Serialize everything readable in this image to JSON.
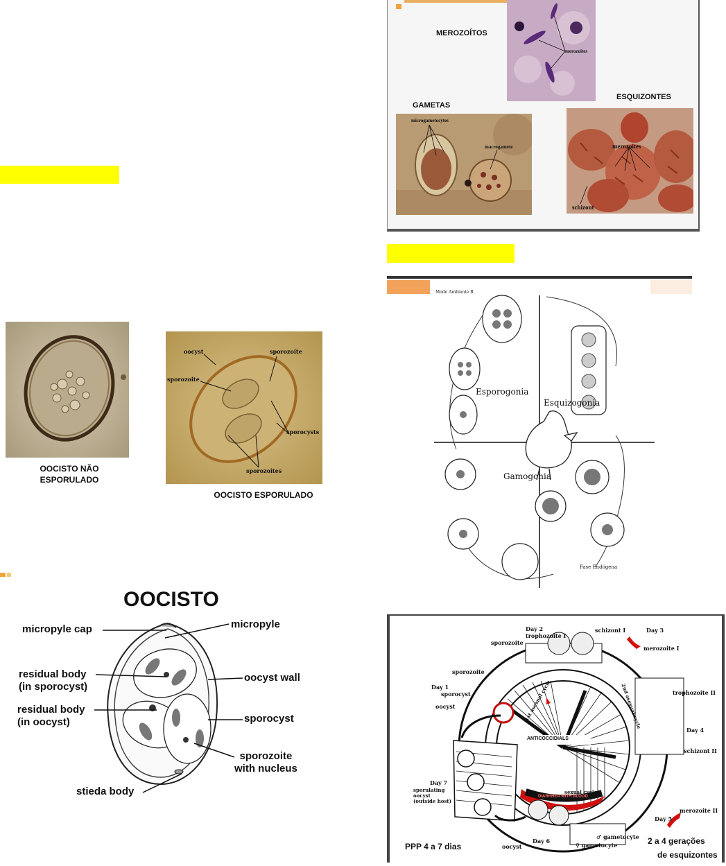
{
  "left": {
    "oocyst_photos": {
      "unsporulated_caption": "OOCISTO NÃO\nESPORULADO",
      "sporulated_caption": "OOCISTO ESPORULADO",
      "sporulated_labels": {
        "oocyst": "oocyst",
        "sporozoite_top": "sporozoite",
        "sporozoite_left": "sporozoite",
        "sporocysts": "sporocysts",
        "sporozoites": "sporozoites"
      }
    },
    "diagram": {
      "title": "OOCISTO",
      "labels": {
        "micropyle_cap": "micropyle cap",
        "micropyle": "micropyle",
        "residual_body_sporocyst_1": "residual body",
        "residual_body_sporocyst_2": "(in sporocyst)",
        "oocyst_wall": "oocyst wall",
        "residual_body_oocyst_1": "residual body",
        "residual_body_oocyst_2": "(in oocyst)",
        "sporocyst": "sporocyst",
        "sporozoite_1": "sporozoite",
        "sporozoite_2": "with nucleus",
        "stieda_body": "stieda body"
      }
    }
  },
  "right": {
    "micrographs": {
      "merozoitos": "MEROZOÍTOS",
      "merozoites_small": "merozoites",
      "gametas": "GAMETAS",
      "microgametocytes": "microgametocytes",
      "macrogamete": "macrogamete",
      "esquizontes": "ESQUIZONTES",
      "merozoites_label": "merozoites",
      "schizont": "schizont"
    },
    "lifecycle_1": {
      "header": "Modo Ambiente B",
      "esporogonia": "Esporogonia",
      "esquizogonia": "Esquizogonia",
      "gamogonia": "Gamogonia",
      "footer": "Fase Endógena"
    },
    "lifecycle_2": {
      "day1": "Day 1",
      "day2": "Day 2",
      "day3": "Day 3",
      "day4": "Day 4",
      "day5": "Day 5",
      "day6": "Day 6",
      "day7": "Day 7",
      "trophozoite1": "trophozoite I",
      "schizont1": "schizont I",
      "merozoite1": "merozoite I",
      "trophozoite2": "trophozoite II",
      "schizont2": "schizont II",
      "merozoite2": "merozoite II",
      "sporozoite_a": "sporozoite",
      "sporozoite_b": "sporozoite",
      "sporocyst": "sporocyst",
      "oocyst_a": "oocyst",
      "oocyst_b": "oocyst",
      "gametocyte_m": "♂ gametocyte",
      "gametocyte_f": "♀ gametocyte",
      "sporulating": "sporulating\noocyst\n(outside host)",
      "first_asexual": "1st asexual cycle",
      "second_asexual": "2nd asexual cycle",
      "sexual_cycle": "sexual cycle",
      "anticoccidials": "ANTICOCCIDIALS",
      "diarrhea": "DIARRHEA WITH BLOOD",
      "ppp": "PPP 4 a 7 dias",
      "generations_1": "2 a 4 gerações",
      "generations_2": "de esquizontes"
    }
  }
}
